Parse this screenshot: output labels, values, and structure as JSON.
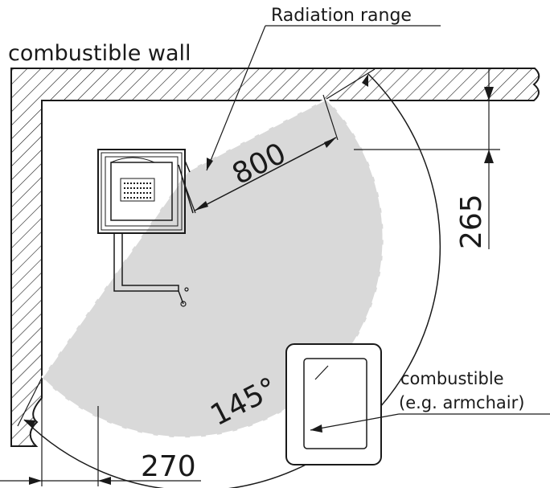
{
  "labels": {
    "wall": "combustible wall",
    "radiation": "Radiation range",
    "combustible_line1": "combustible",
    "combustible_line2": "(e.g. armchair)"
  },
  "dimensions": {
    "radius": "800",
    "angle": "145°",
    "side_clearance": "270",
    "back_clearance": "265"
  },
  "colors": {
    "radiation_fill": "#d9d9d9",
    "line": "#1a1a1a"
  }
}
